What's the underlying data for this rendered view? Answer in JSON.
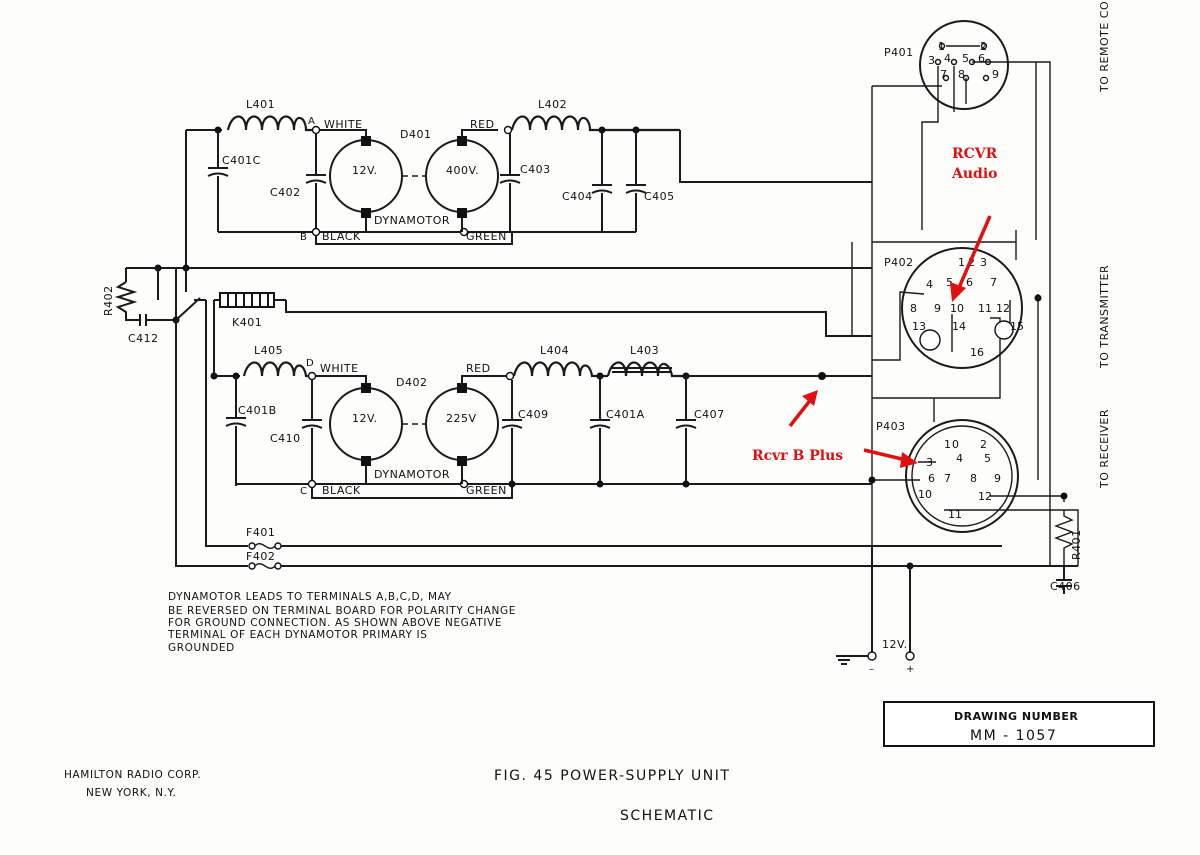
{
  "sheet": {
    "figure": "FIG. 45   POWER-SUPPLY UNIT",
    "subtitle": "SCHEMATIC",
    "maker": "HAMILTON RADIO CORP.",
    "city": "NEW YORK, N.Y.",
    "drawing_number_label": "DRAWING NUMBER",
    "drawing_number": "MM - 1057"
  },
  "notes": [
    "DYNAMOTOR LEADS TO TERMINALS A,B,C,D, MAY",
    "BE REVERSED ON TERMINAL BOARD FOR POLARITY CHANGE",
    "FOR GROUND CONNECTION. AS SHOWN ABOVE NEGATIVE",
    "TERMINAL OF EACH DYNAMOTOR PRIMARY IS",
    "GROUNDED"
  ],
  "connectors": {
    "p401": "P401",
    "p402": "P402",
    "p403": "P403",
    "to_remote": "TO REMOTE CONTROL",
    "to_transmitter": "TO TRANSMITTER",
    "to_receiver": "TO RECEIVER"
  },
  "components": {
    "l401": "L401",
    "l402": "L402",
    "l403": "L403",
    "l404": "L404",
    "l405": "L405",
    "c401c": "C401C",
    "c402": "C402",
    "c403": "C403",
    "c404": "C404",
    "c405": "C405",
    "c401b": "C401B",
    "c410": "C410",
    "c409": "C409",
    "c401a": "C401A",
    "c407": "C407",
    "c406": "C406",
    "c412": "C412",
    "r401": "R401",
    "r402": "R402",
    "k401": "K401",
    "f401": "F401",
    "f402": "F402",
    "d401": "D401",
    "d402": "D402",
    "d401_in": "12V.",
    "d401_out": "400V.",
    "d402_in": "12V.",
    "d402_out": "225V",
    "dynamotor": "DYNAMOTOR",
    "white": "WHITE",
    "red": "RED",
    "black": "BLACK",
    "green": "GREEN",
    "term_a": "A",
    "term_b": "B",
    "term_c": "C",
    "term_d": "D",
    "supply": "12V."
  },
  "annotations": {
    "rcvr_audio_1": "RCVR",
    "rcvr_audio_2": "Audio",
    "rcvr_b_plus": "Rcvr B Plus",
    "color": "#e01010"
  }
}
